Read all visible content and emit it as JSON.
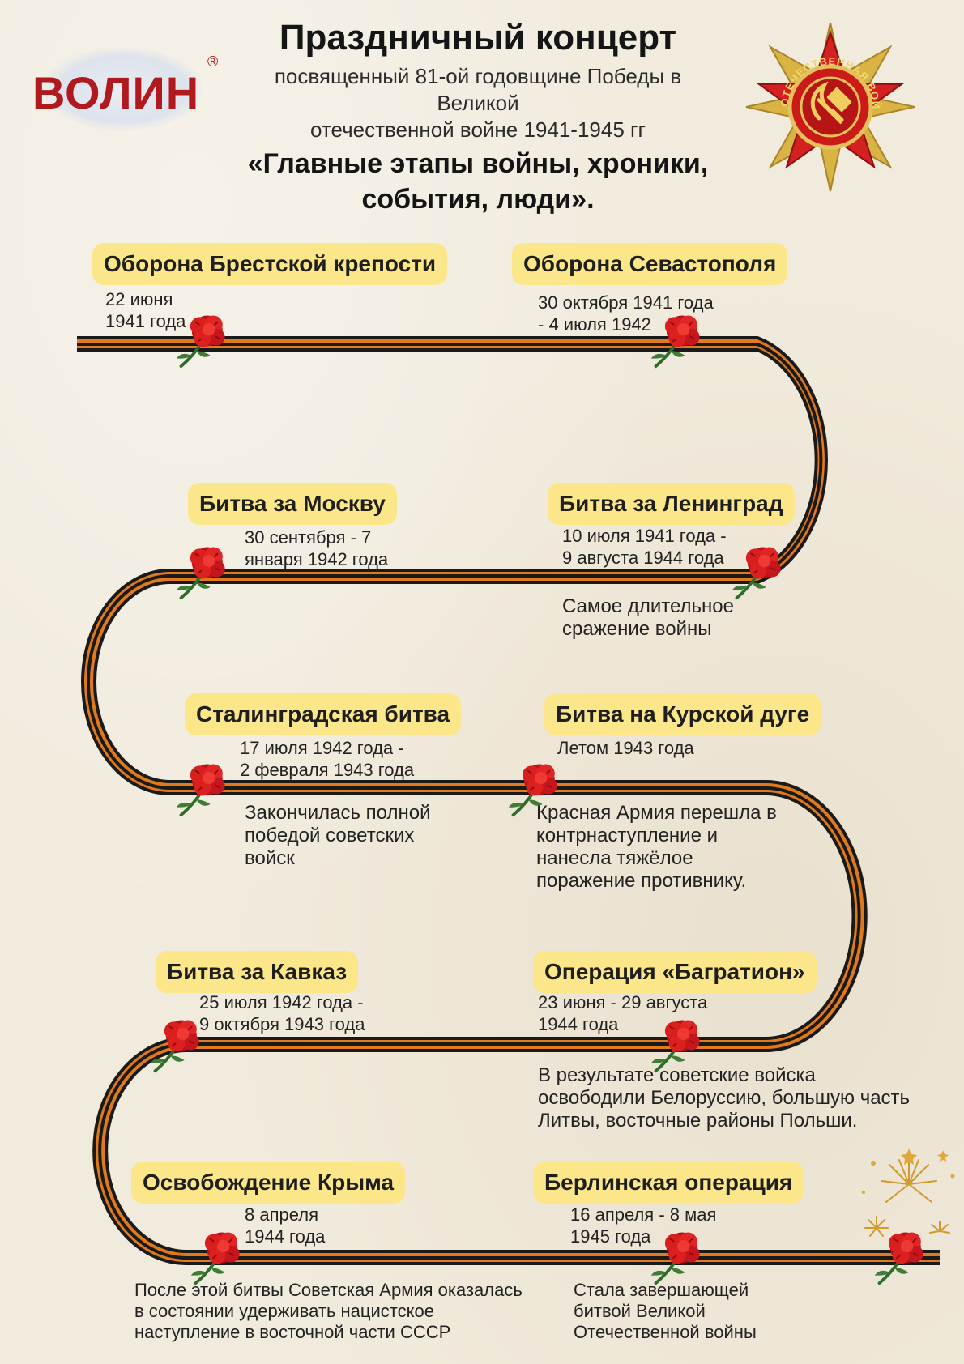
{
  "header": {
    "logo_text": "ВОЛИН",
    "logo_mark": "®",
    "title": "Праздничный концерт",
    "subtitle_lines": [
      "посвященный 81-ой годовщине Победы в",
      "Великой",
      "отечественной войне 1941-1945 гг"
    ],
    "theme_lines": [
      "«Главные этапы войны, хроники,",
      "события, люди»."
    ],
    "medal_text": "ОТЕЧЕСТВЕННАЯ ВОЙНА",
    "medal_icon": "order-of-patriotic-war-icon"
  },
  "events": [
    {
      "title": "Оборона Брестской крепости",
      "date_lines": [
        "22 июня",
        "1941 года"
      ],
      "desc_lines": []
    },
    {
      "title": "Оборона Севастополя",
      "date_lines": [
        "30 октября 1941 года",
        "- 4 июля 1942"
      ],
      "desc_lines": []
    },
    {
      "title": "Битва за Москву",
      "date_lines": [
        "30 сентября - 7",
        "января 1942 года"
      ],
      "desc_lines": []
    },
    {
      "title": "Битва за Ленинград",
      "date_lines": [
        "10 июля 1941 года -",
        "9 августа 1944 года"
      ],
      "desc_lines": [
        "Самое длительное",
        "сражение войны"
      ]
    },
    {
      "title": "Сталинградская битва",
      "date_lines": [
        "17 июля 1942 года -",
        "2 февраля 1943 года"
      ],
      "desc_lines": [
        "Закончилась полной",
        "победой советских",
        "войск"
      ]
    },
    {
      "title": "Битва на Курской дуге",
      "date_lines": [
        "Летом 1943 года"
      ],
      "desc_lines": [
        "Красная Армия перешла в",
        "контрнаступление и",
        "нанесла тяжёлое",
        "поражение противнику."
      ]
    },
    {
      "title": "Битва за Кавказ",
      "date_lines": [
        "25 июля 1942 года -",
        "9 октября 1943 года"
      ],
      "desc_lines": []
    },
    {
      "title": "Операция «Багратион»",
      "date_lines": [
        "23 июня - 29 августа",
        "1944 года"
      ],
      "desc_lines": [
        "В результате советские войска",
        "освободили Белоруссию, большую часть",
        "Литвы, восточные районы Польши."
      ]
    },
    {
      "title": "Освобождение Крыма",
      "date_lines": [
        "8 апреля",
        "1944 года"
      ],
      "desc_lines": [
        "После этой битвы Советская Армия оказалась",
        "в состоянии удерживать нацистское",
        "наступление в восточной части СССР"
      ]
    },
    {
      "title": "Берлинская операция",
      "date_lines": [
        "16 апреля - 8 мая",
        "1945 года"
      ],
      "desc_lines": [
        "Стала завершающей",
        "битвой Великой",
        "Отечественной войны"
      ]
    }
  ],
  "colors": {
    "ribbon_orange": "#e07a1c",
    "ribbon_black": "#1a1a1a",
    "pill": "#fbe78a",
    "carnation": "#d11a1a",
    "logo_red": "#b01a1f"
  },
  "icons": {
    "flower": "carnation-icon",
    "fireworks": "fireworks-icon"
  }
}
